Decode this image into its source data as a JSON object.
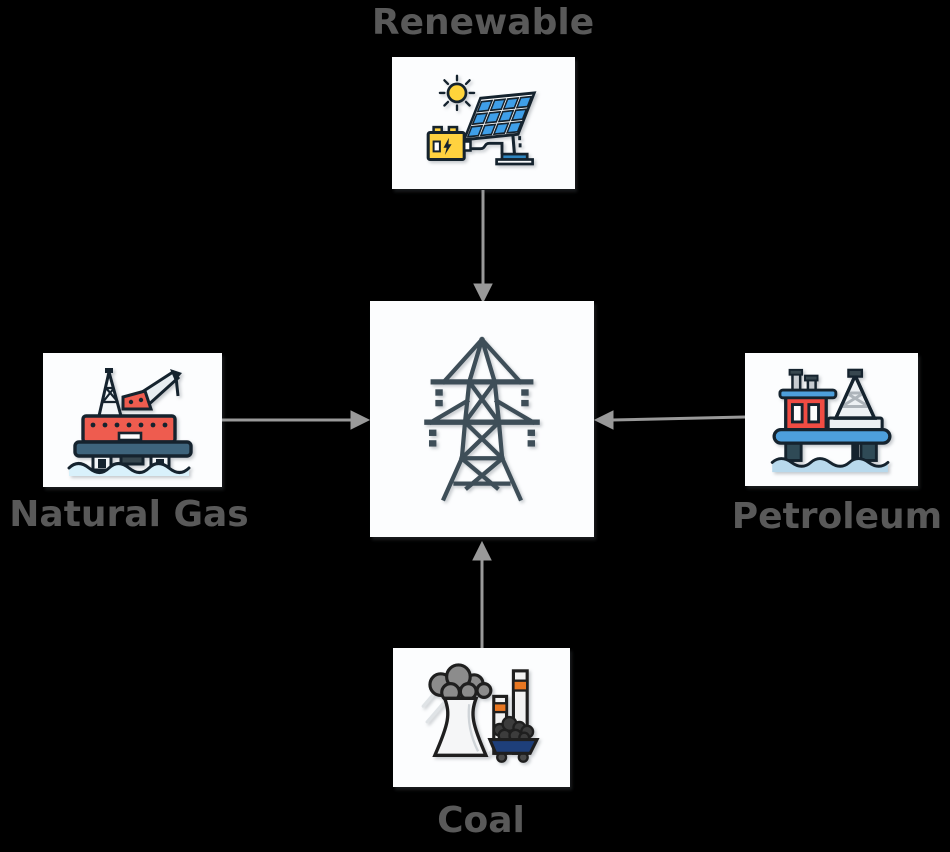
{
  "diagram": {
    "background_color": "#000000",
    "arrow_color": "#999999",
    "label_color": "#595959",
    "node_fill": "#fcfdfe",
    "center_node": {
      "id": "power-grid",
      "icon": "transmission-tower-icon",
      "label": ""
    },
    "nodes": [
      {
        "id": "renewable",
        "label": "Renewable",
        "icon": "solar-panel-battery-icon",
        "position": "top"
      },
      {
        "id": "natural-gas",
        "label": "Natural Gas",
        "icon": "offshore-gas-rig-icon",
        "position": "left"
      },
      {
        "id": "petroleum",
        "label": "Petroleum",
        "icon": "oil-platform-icon",
        "position": "right"
      },
      {
        "id": "coal",
        "label": "Coal",
        "icon": "coal-power-plant-icon",
        "position": "bottom"
      }
    ],
    "edges": [
      {
        "from": "renewable",
        "to": "power-grid",
        "direction": "down"
      },
      {
        "from": "natural-gas",
        "to": "power-grid",
        "direction": "right"
      },
      {
        "from": "petroleum",
        "to": "power-grid",
        "direction": "left"
      },
      {
        "from": "coal",
        "to": "power-grid",
        "direction": "up"
      }
    ],
    "icon_colors": {
      "outline_dark": "#15232e",
      "tower_slate": "#3e4e58",
      "solar_blue": "#3f9fe8",
      "sun_yellow": "#ffd43b",
      "battery_yellow": "#ffd23f",
      "rig_red": "#ee5c4f",
      "deck_steel_blue": "#3e647c",
      "platform_blue": "#4d9fdc",
      "water_light_blue": "#d9f1fb",
      "smoke_gray": "#8c8c8c",
      "stack_orange": "#e87722",
      "coal_cart_navy": "#1e3f7a"
    }
  }
}
